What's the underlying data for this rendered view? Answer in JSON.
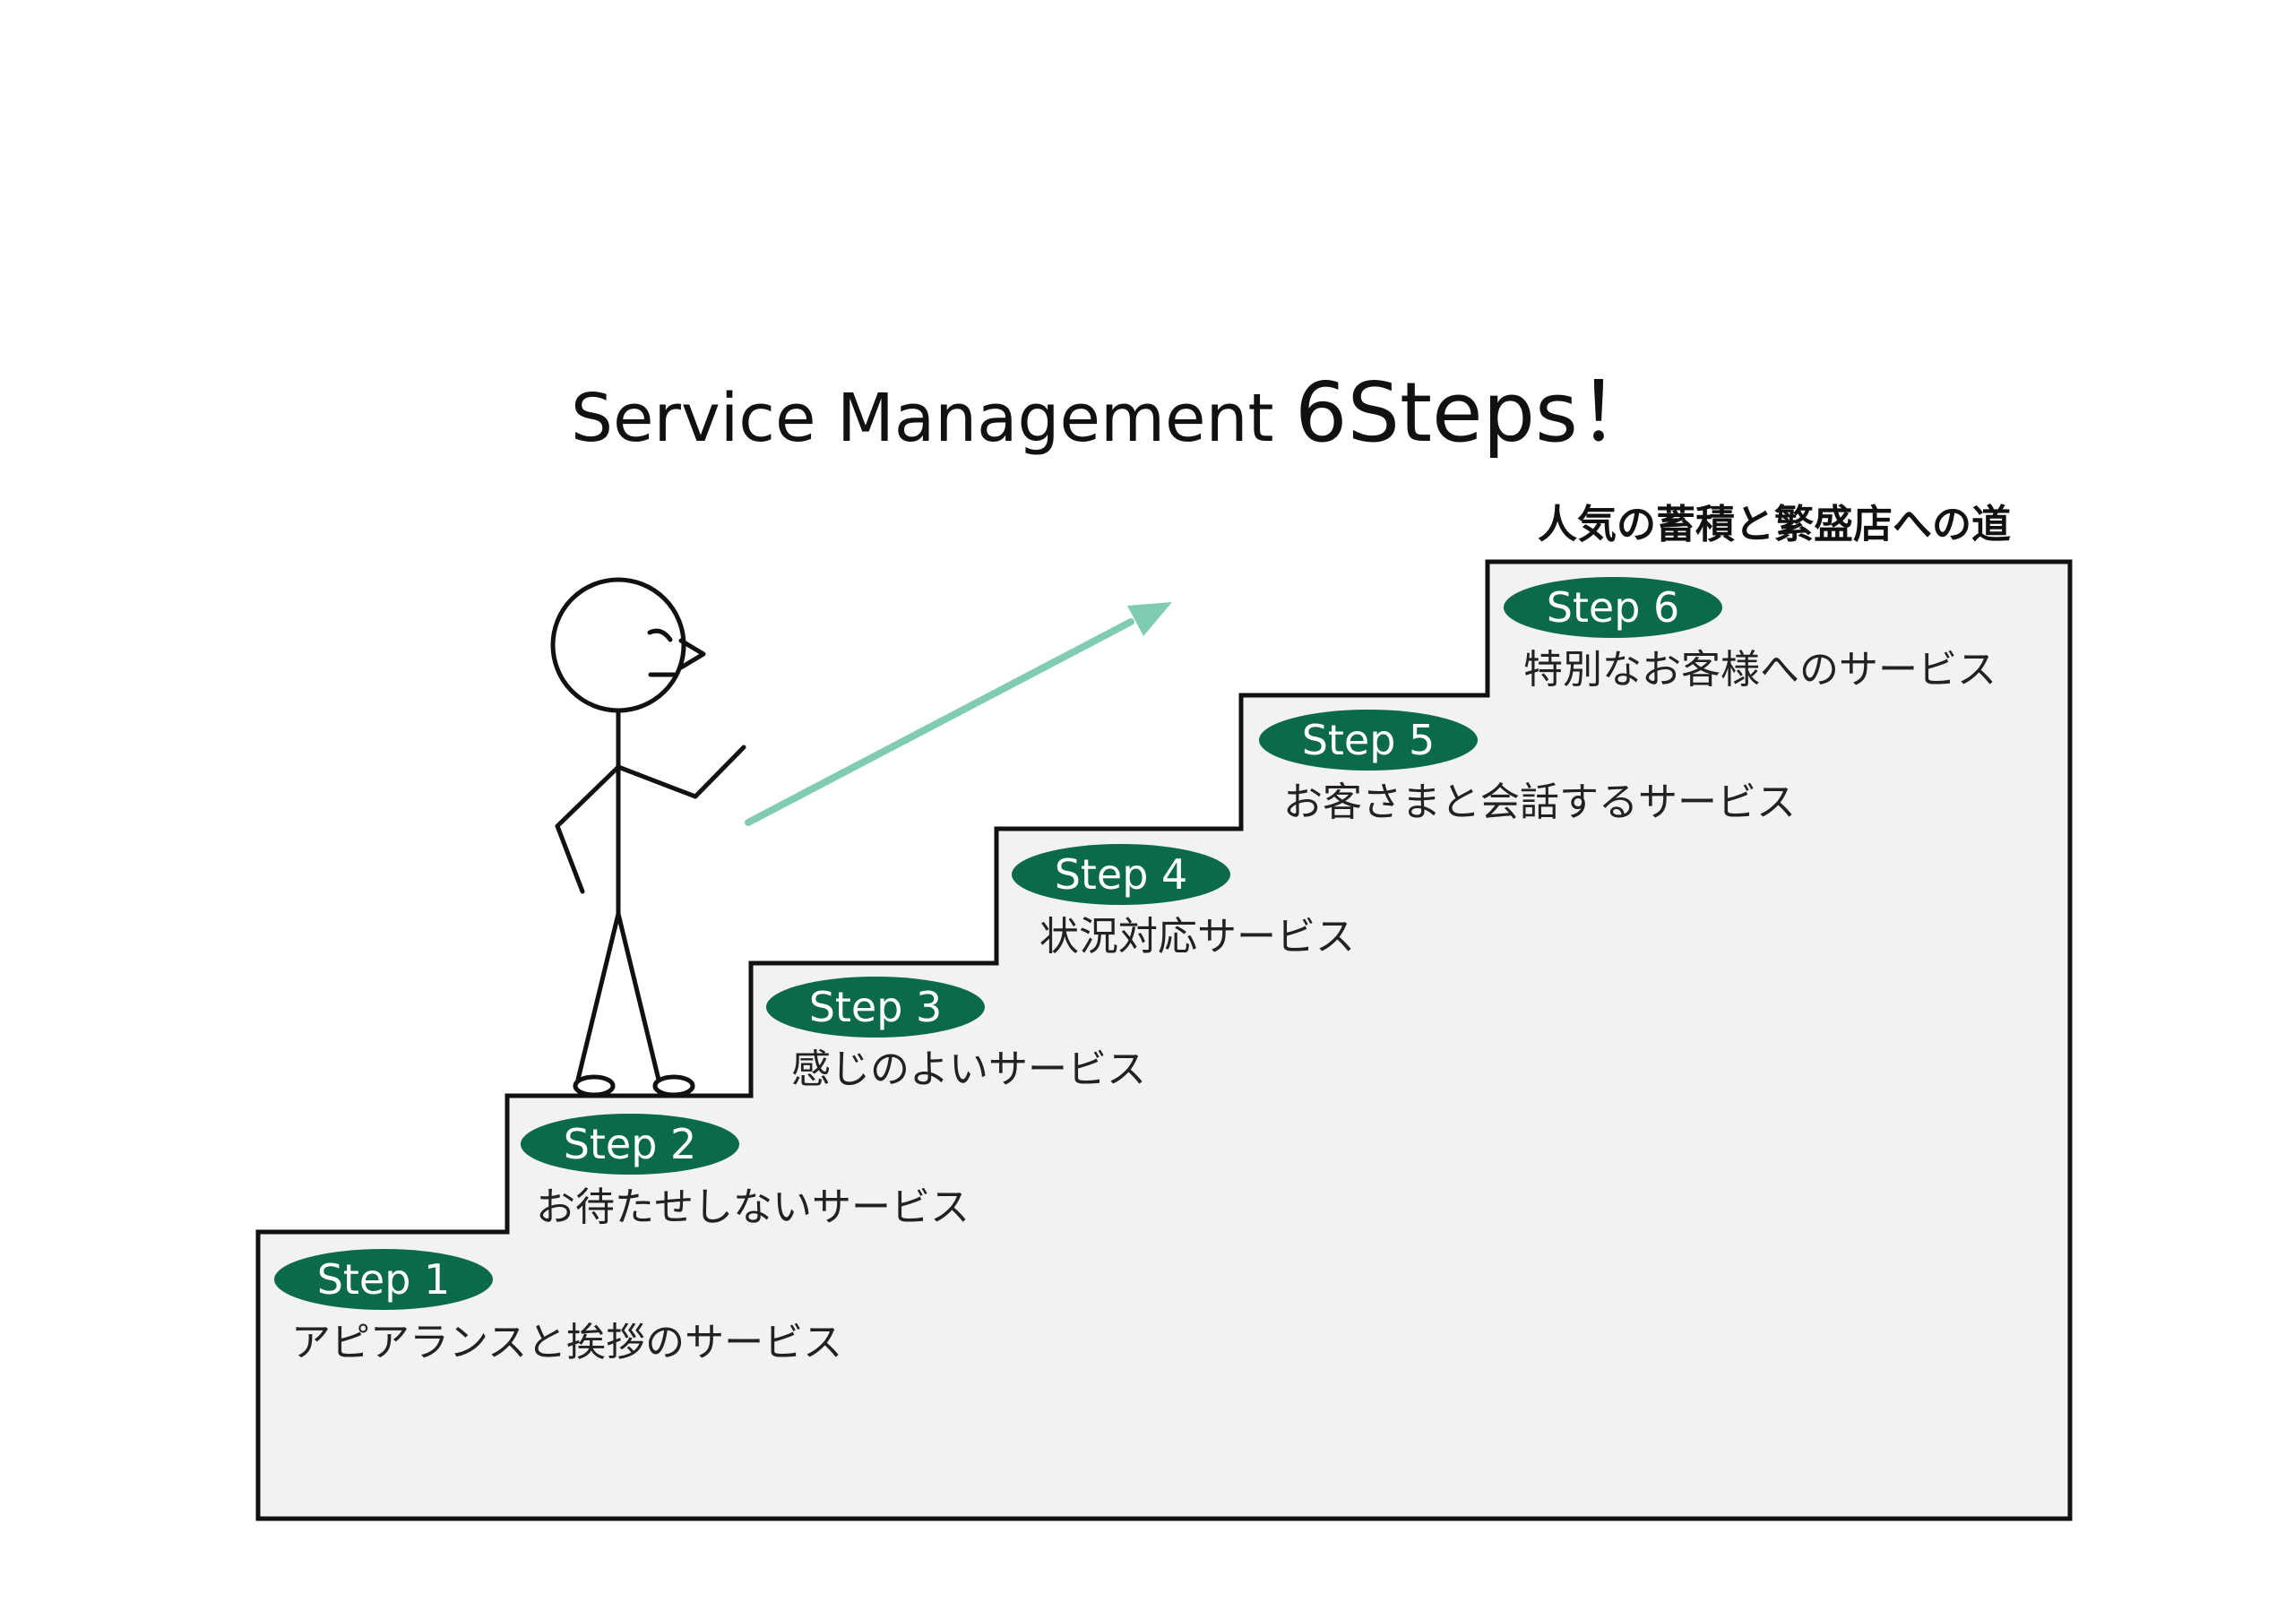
{
  "title": {
    "prefix": "Service Management ",
    "emphasis": "6Steps",
    "suffix": "！"
  },
  "goal": "人気の蓄積と繁盛店への道",
  "colors": {
    "badge": "#0a6a4a",
    "arrow": "#80ccb0",
    "stair_fill": "#f2f2f2",
    "stroke": "#111111"
  },
  "steps": [
    {
      "label": "Step 1",
      "text": "アピアランスと挨拶のサービス"
    },
    {
      "label": "Step 2",
      "text": "お待たせしないサービス"
    },
    {
      "label": "Step 3",
      "text": "感じのよいサービス"
    },
    {
      "label": "Step 4",
      "text": "状況対応サービス"
    },
    {
      "label": "Step 5",
      "text": "お客さまと会話するサービス"
    },
    {
      "label": "Step 6",
      "text": "特別なお客様へのサービス"
    }
  ]
}
